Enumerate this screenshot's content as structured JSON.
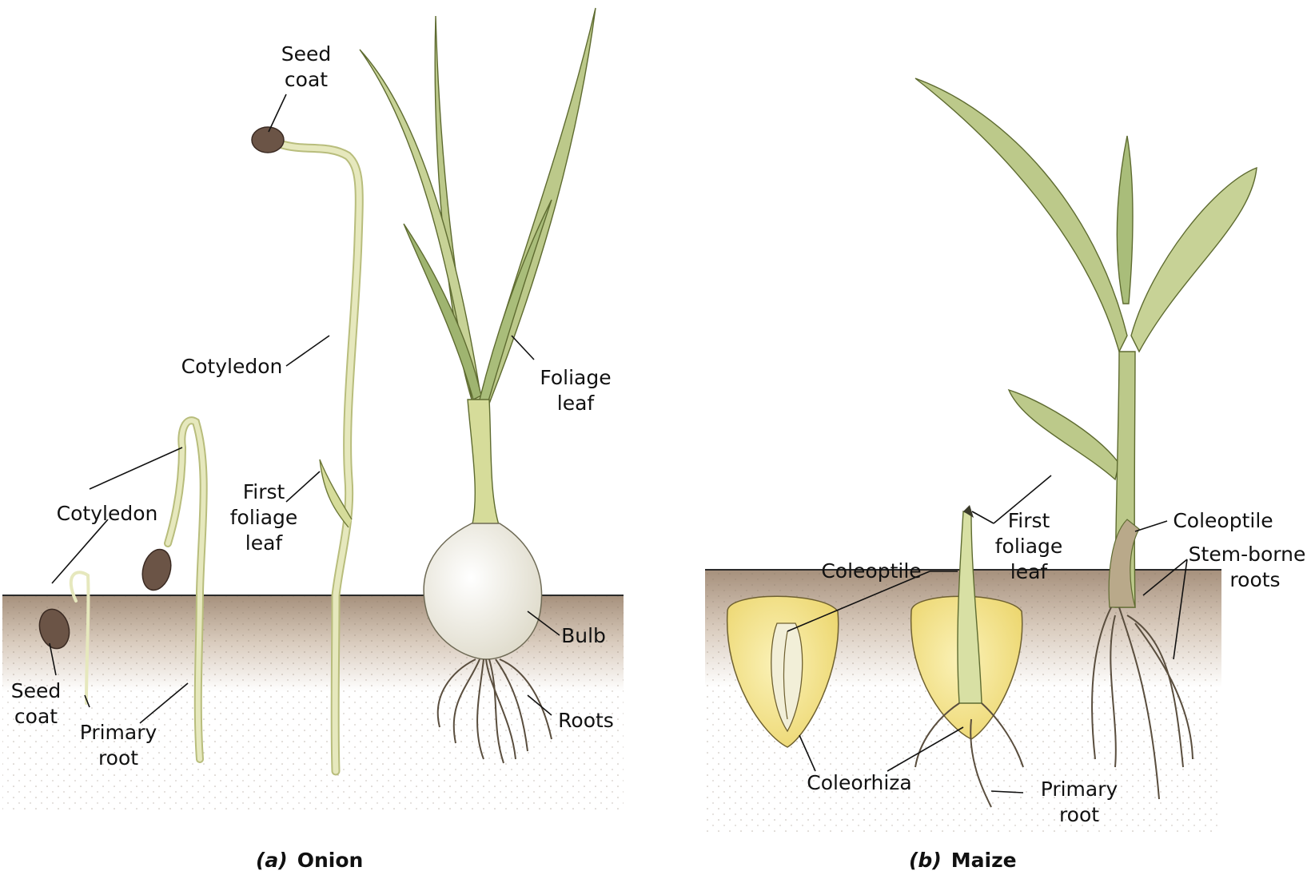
{
  "colors": {
    "soil": "#a6907c",
    "soil_mid": "#d9cbbd",
    "stem": "#d6dc9a",
    "leaf": "#bcc98a",
    "leaf_dark": "#9fb470",
    "seed_coat": "#6b5446",
    "bulb": "#f7f5ec",
    "kernel": "#ecd66e",
    "root": "#f1eedd"
  },
  "panel_a": {
    "caption_letter": "(a)",
    "caption_name": "Onion",
    "labels": {
      "seed_coat_top_1": "Seed",
      "seed_coat_top_2": "coat",
      "cotyledon_mid": "Cotyledon",
      "cotyledon_left": "Cotyledon",
      "first_foliage_1": "First",
      "first_foliage_2": "foliage",
      "first_foliage_3": "leaf",
      "foliage_leaf_1": "Foliage",
      "foliage_leaf_2": "leaf",
      "bulb": "Bulb",
      "roots": "Roots",
      "seed_coat_bottom_1": "Seed",
      "seed_coat_bottom_2": "coat",
      "primary_root_1": "Primary",
      "primary_root_2": "root"
    }
  },
  "panel_b": {
    "caption_letter": "(b)",
    "caption_name": "Maize",
    "labels": {
      "coleoptile_left": "Coleoptile",
      "first_foliage_1": "First",
      "first_foliage_2": "foliage",
      "first_foliage_3": "leaf",
      "coleoptile_right": "Coleoptile",
      "stem_borne_1": "Stem-borne",
      "stem_borne_2": "roots",
      "coleorhiza": "Coleorhiza",
      "primary_root_1": "Primary",
      "primary_root_2": "root"
    }
  }
}
